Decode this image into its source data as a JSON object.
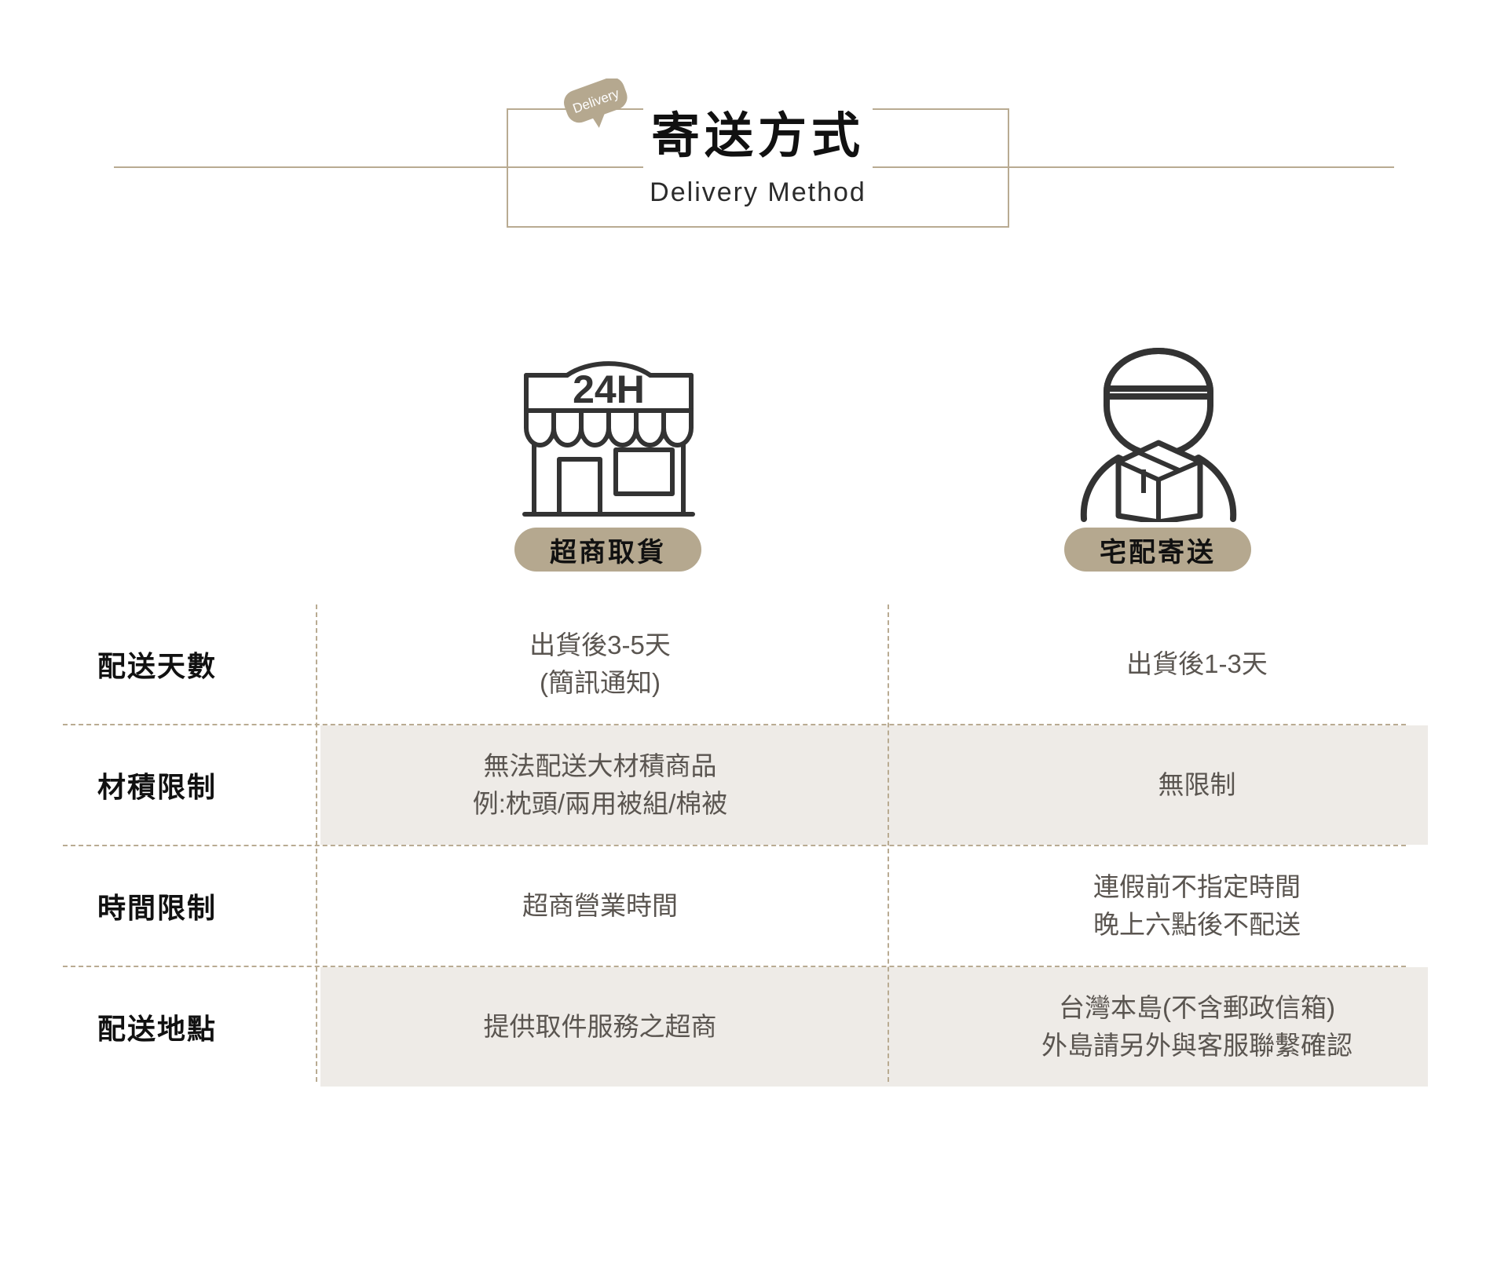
{
  "header": {
    "bubble_label": "Delivery",
    "title": "寄送方式",
    "subtitle": "Delivery Method",
    "rule_color": "#b9ab92"
  },
  "columns": [
    {
      "icon": "convenience-store-24h-icon",
      "icon_text": "24H",
      "badge_label": "超商取貨"
    },
    {
      "icon": "delivery-person-parcel-icon",
      "badge_label": "宅配寄送"
    }
  ],
  "table": {
    "rows": [
      {
        "label": "配送天數",
        "shaded": false,
        "col1": [
          "出貨後3-5天",
          "(簡訊通知)"
        ],
        "col2": [
          "出貨後1-3天"
        ]
      },
      {
        "label": "材積限制",
        "shaded": true,
        "col1": [
          "無法配送大材積商品",
          "例:枕頭/兩用被組/棉被"
        ],
        "col2": [
          "無限制"
        ]
      },
      {
        "label": "時間限制",
        "shaded": false,
        "col1": [
          "超商營業時間"
        ],
        "col2": [
          "連假前不指定時間",
          "晚上六點後不配送"
        ]
      },
      {
        "label": "配送地點",
        "shaded": true,
        "col1": [
          "提供取件服務之超商"
        ],
        "col2": [
          "台灣本島(不含郵政信箱)",
          "外島請另外與客服聯繫確認"
        ]
      }
    ]
  },
  "colors": {
    "accent": "#b5a88f",
    "rule": "#b9ab92",
    "shade": "#eeebe7",
    "icon_stroke": "#333333",
    "text_dark": "#111111",
    "text_body": "#5a5550"
  }
}
